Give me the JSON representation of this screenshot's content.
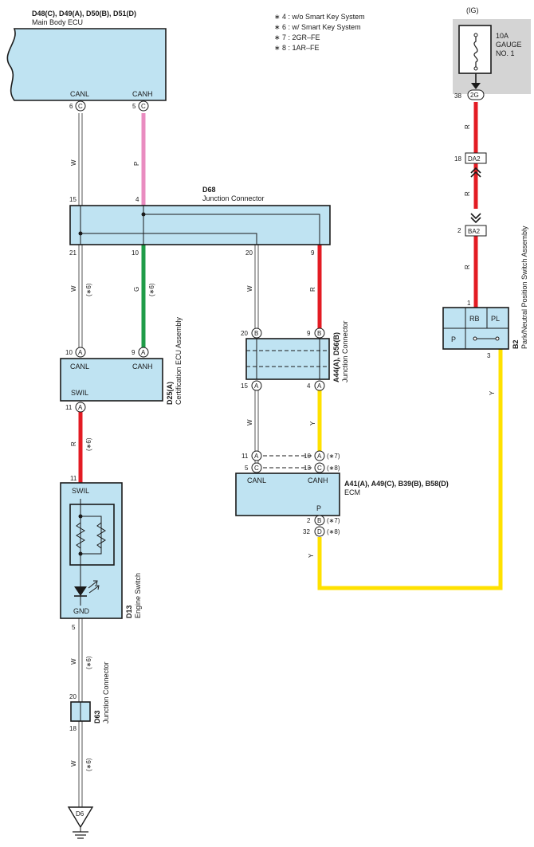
{
  "colors": {
    "wire_white": "#ffffff",
    "wire_pink": "#e98cc0",
    "wire_green": "#1f9c48",
    "wire_red": "#e31b23",
    "wire_yellow": "#ffe100",
    "component_fill": "#bfe3f2",
    "fuse_area": "#d4d4d4"
  },
  "notes": [
    "∗ 4 : w/o Smart Key System",
    "∗ 6 : w/ Smart Key System",
    "∗ 7 : 2GR–FE",
    "∗ 8 : 1AR–FE"
  ],
  "main_body_ecu": {
    "code": "D48(C), D49(A), D50(B), D51(D)",
    "name": "Main Body ECU",
    "canl": "CANL",
    "canh": "CANH",
    "canl_pin": "6",
    "canl_conn": "C",
    "canh_pin": "5",
    "canh_conn": "C"
  },
  "fuse": {
    "ig": "(IG)",
    "rating": "10A",
    "name1": "GAUGE",
    "name2": "NO. 1",
    "pin": "38",
    "conn": "2G"
  },
  "jc_d68": {
    "code": "D68",
    "name": "Junction Connector",
    "pin_top_left": "15",
    "pin_top_mid": "4",
    "pin_bot_1": "21",
    "pin_bot_2": "10",
    "pin_bot_3": "20",
    "pin_bot_4": "9"
  },
  "cert_ecu": {
    "code": "D25(A)",
    "name": "Certification ECU Assembly",
    "canl": "CANL",
    "canh": "CANH",
    "swil": "SWIL",
    "canl_pin": "10",
    "canl_conn": "A",
    "canh_pin": "9",
    "canh_conn": "A",
    "swil_pin": "11",
    "swil_conn": "A"
  },
  "jc_a44": {
    "code": "A44(A), D56(B)",
    "name": "Junction Connector",
    "pin_tl": "20",
    "pin_tl_conn": "B",
    "pin_tr": "9",
    "pin_tr_conn": "B",
    "pin_bl": "15",
    "pin_bl_conn": "A",
    "pin_br": "4",
    "pin_br_conn": "A"
  },
  "ecm": {
    "code": "A41(A), A49(C), B39(B), B58(D)",
    "name": "ECM",
    "canl": "CANL",
    "canh": "CANH",
    "p": "P",
    "in_l1": "11",
    "in_l1_conn": "A",
    "in_l2": "5",
    "in_l2_conn": "C",
    "in_r1": "10",
    "in_r1_conn": "A",
    "in_r1_note": "(∗7)",
    "in_r2": "13",
    "in_r2_conn": "C",
    "in_r2_note": "(∗8)",
    "out1": "2",
    "out1_conn": "B",
    "out1_note": "(∗7)",
    "out2": "32",
    "out2_conn": "D",
    "out2_note": "(∗8)"
  },
  "pnp_switch": {
    "code": "B2",
    "name": "Park/Neutral Position Switch Assembly",
    "rb": "RB",
    "pl": "PL",
    "p": "P",
    "pin_in": "1",
    "pin_out": "3"
  },
  "inline_conns": {
    "da2_pin": "18",
    "da2": "DA2",
    "ba2_pin": "2",
    "ba2": "BA2"
  },
  "engine_switch": {
    "code": "D13",
    "name": "Engine Switch",
    "swil": "SWIL",
    "gnd": "GND",
    "pin_in": "11",
    "pin_out": "5"
  },
  "jc_d63": {
    "code": "D63",
    "name": "Junction Connector",
    "pin_top": "20",
    "pin_bot": "18"
  },
  "ground": {
    "label": "D6"
  },
  "wire_labels": {
    "w": "W",
    "p": "P",
    "r": "R",
    "g": "G",
    "y": "Y",
    "note6": "(∗6)"
  }
}
